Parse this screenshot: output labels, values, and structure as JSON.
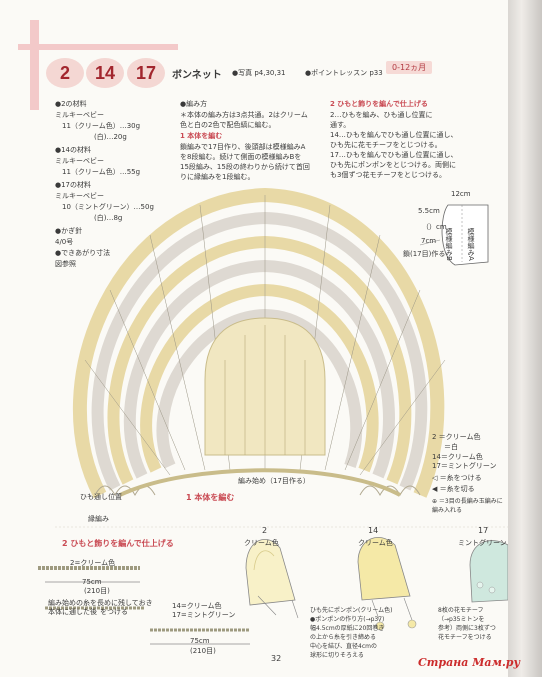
{
  "header": {
    "numbers": [
      "2",
      "14",
      "17"
    ],
    "title": "ボンネット",
    "photo": "●写真 p4,30,31",
    "point": "●ポイントレッスン p33",
    "age": "0-12ヵ月"
  },
  "materials": [
    "●2の材料",
    "ミルキーベビー",
    "11（クリーム色）…30g",
    "(白)…20g",
    "●14の材料",
    "ミルキーベビー",
    "11（クリーム色）…55g",
    "●17の材料",
    "ミルキーベビー",
    "10（ミントグリーン）…50g",
    "(白)…8g",
    "●かぎ針",
    "4/0号",
    "●できあがり寸法",
    "図参照"
  ],
  "instructions": {
    "head": "●編み方",
    "lines": [
      "＊本体の編み方は3点共通。2はクリーム",
      "色と白の2色で配色縞に編む。"
    ],
    "step1_title": "1 本体を編む",
    "step1_lines": [
      "鎖編みで17目作り、後頭部は模様編みA",
      "を8段編む。続けて側面の模様編みBを",
      "15段編み、15段の終わりから続けて首回",
      "りに縁編みを1段編む。"
    ],
    "step2_title": "2 ひもと飾りを編んで仕上げる",
    "step2_lines": [
      "2…ひもを編み、ひも通し位置に",
      "通す。",
      "14…ひもを編んでひも通し位置に通し、",
      "ひも先に花モチーフをとじつける。",
      "17…ひもを編んでひも通し位置に通し、",
      "ひも先にポンポンをとじつける。両側に",
      "も3個ずつ花モチーフをとじつける。"
    ]
  },
  "diagram": {
    "label1": "1 本体を編む",
    "start_label": "編み始め（17目作る）",
    "tie_label": "ひも通し位置",
    "edge_label": "縁編み",
    "legend": [
      "2 ＝クリーム色",
      "＝白",
      "14＝クリーム色",
      "17＝ミントグリーン",
      "◁ ＝糸をつける",
      "◀ ＝糸を切る",
      "⊕ ＝3目の長編み玉編みに編み入れる"
    ],
    "side_dims": {
      "top": "12cm",
      "left": "5.5cm",
      "mid": "（）cm",
      "bottom": "7cm",
      "label_a": "模様編みA",
      "label_b": "模様編みB",
      "base": "鎖(17目)作る"
    }
  },
  "section2": {
    "title": "2 ひもと飾りを編んで仕上げる",
    "cord1_label": "2=クリーム色",
    "cord_length": "75cm",
    "cord_chain": "(210目)",
    "cord_note1": "編み始めの糸を長めに残しておき",
    "cord_note2": "本体に通した後",
    "cord_note3": "をつける",
    "cord2_label1": "14=クリーム色",
    "cord2_label2": "17=ミントグリーン",
    "cord2_length": "75cm",
    "cord2_chain": "(210目)"
  },
  "products": [
    {
      "num": "2",
      "label": "クリーム色"
    },
    {
      "num": "14",
      "label": "クリーム色"
    },
    {
      "num": "17",
      "label": "ミントグリーン"
    }
  ],
  "product_notes": {
    "p14": [
      "ひも先にポンポン(クリーム色)",
      "●ポンポンの作り方(→p37)",
      "幅4.5cmの厚紙に20回巻き",
      "の上から糸を引き締める",
      "中心を結び、直径4cmの",
      "球形に切りそろえる"
    ],
    "p17": [
      "8枚の花モチーフ",
      "（→p35ミトンを",
      "参考）両側に3枚ずつ",
      "花モチーフをつける"
    ]
  },
  "page_number": "32",
  "watermark": "Страна Мам.ру"
}
